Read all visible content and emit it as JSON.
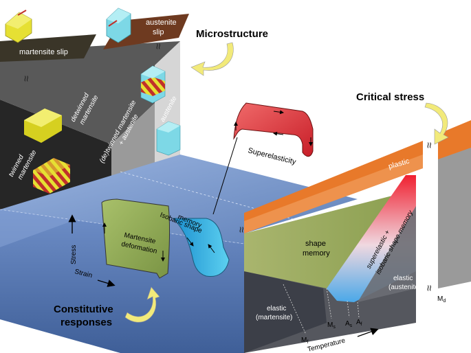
{
  "headings": {
    "microstructure": "Microstructure",
    "critical_stress": "Critical stress",
    "constitutive_line1": "Constitutive",
    "constitutive_line2": "responses"
  },
  "microstructure_labels": {
    "martensite_slip": "martensite slip",
    "austenite_slip_line1": "austenite",
    "austenite_slip_line2": "slip",
    "detwinned_line1": "detwinned",
    "detwinned_line2": "martensite",
    "twinned_line1": "twinned",
    "twinned_line2": "martensite",
    "mixed_line1": "(de)twinned martensite",
    "mixed_line2": "+ austenite",
    "austenite": "austenite"
  },
  "constitutive_labels": {
    "superelasticity": "Superelasticity",
    "isobaric_line1": "Isobaric shape",
    "isobaric_line2": "memory",
    "martensite_def_line1": "Martensite",
    "martensite_def_line2": "deformation",
    "stress_axis": "Stress",
    "strain_axis": "Strain"
  },
  "critical_stress_labels": {
    "plastic": "plastic",
    "shape_memory_line1": "shape",
    "shape_memory_line2": "memory",
    "superelastic_line1": "superelastic +",
    "superelastic_line2": "isobaric shape memory",
    "elastic_austenite_line1": "elastic",
    "elastic_austenite_line2": "(austenite)",
    "elastic_martensite_line1": "elastic",
    "elastic_martensite_line2": "(martensite)",
    "temperature_axis": "Temperature"
  },
  "temperatures": {
    "mf": "M",
    "mf_sub": "f",
    "ms": "M",
    "ms_sub": "s",
    "as": "A",
    "as_sub": "s",
    "af": "A",
    "af_sub": "f",
    "md": "M",
    "md_sub": "d"
  },
  "break_symbol": "≈",
  "colors": {
    "floor_blue": "#7f9fd0",
    "back_dark": "#2b2b2b",
    "back_mid": "#6b6b6b",
    "back_light": "#a8a8a8",
    "back_lightest": "#d4d4d4",
    "martensite_slip_bar": "#3a3528",
    "austenite_slip_bar": "#6e3a20",
    "plastic_orange": "#e8792a",
    "shape_memory_green": "#9aa85a",
    "superelastic_red": "#e8303a",
    "superelastic_blue": "#5ab4e8",
    "elastic_gray": "#4a4e58",
    "martensite_loop_green": "#8fa855",
    "isobaric_cyan": "#2fb0e0",
    "block_yellow": "#e6e033",
    "block_cyan": "#7dd8e6",
    "arrow_yellow": "#f2ea7a"
  }
}
